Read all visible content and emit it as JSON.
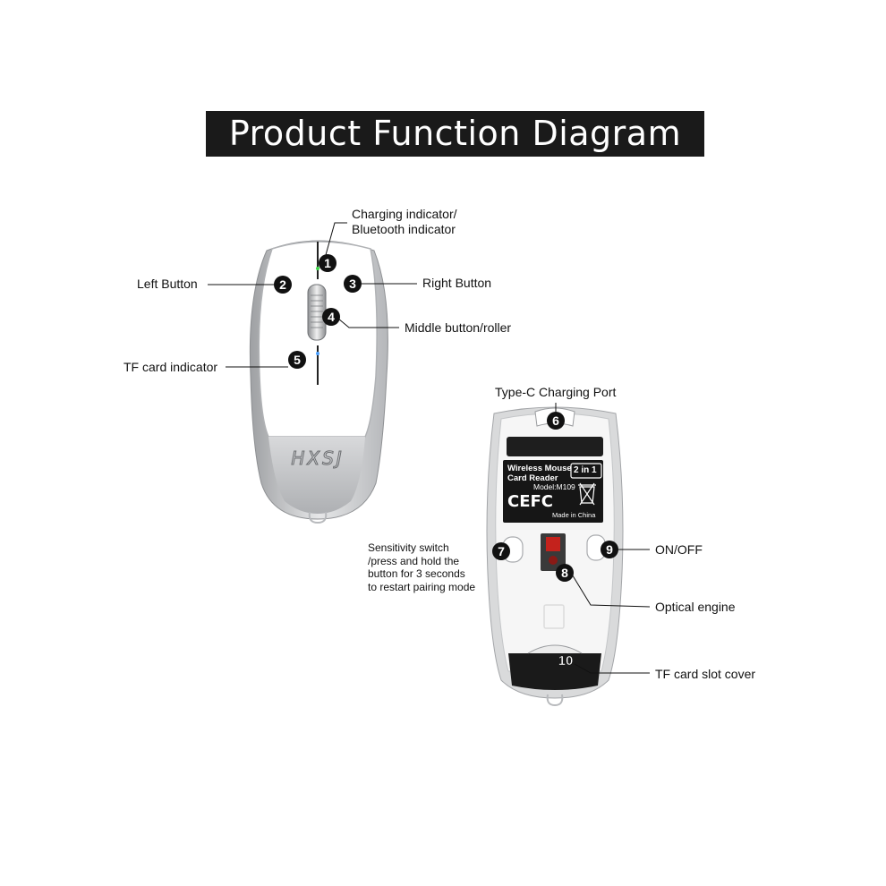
{
  "title": "Product Function Diagram",
  "brand_logo": "HXSJ",
  "labels": {
    "charging_indicator": [
      "Charging indicator/",
      "Bluetooth indicator"
    ],
    "left_button": "Left Button",
    "right_button": "Right Button",
    "middle_button": "Middle button/roller",
    "tf_card_indicator": "TF card indicator",
    "type_c_port": "Type-C Charging Port",
    "sensitivity_switch": [
      "Sensitivity switch",
      "/press and hold the",
      "button for 3 seconds",
      "to restart pairing mode"
    ],
    "on_off": "ON/OFF",
    "optical_engine": "Optical engine",
    "tf_card_slot_cover": "TF card slot cover"
  },
  "markers": [
    "1",
    "2",
    "3",
    "4",
    "5",
    "6",
    "7",
    "8",
    "9",
    "10"
  ],
  "sticker": {
    "line1": "Wireless Mouse",
    "line2": "Card Reader",
    "badge": "2 in 1",
    "model": "Model:M109",
    "marks": "CEFC",
    "made_in": "Made in China"
  },
  "colors": {
    "title_background": "#1a1a1a",
    "mouse_silver": "#c7c8ca",
    "mouse_white": "#ffffff",
    "marker": "#111111"
  }
}
